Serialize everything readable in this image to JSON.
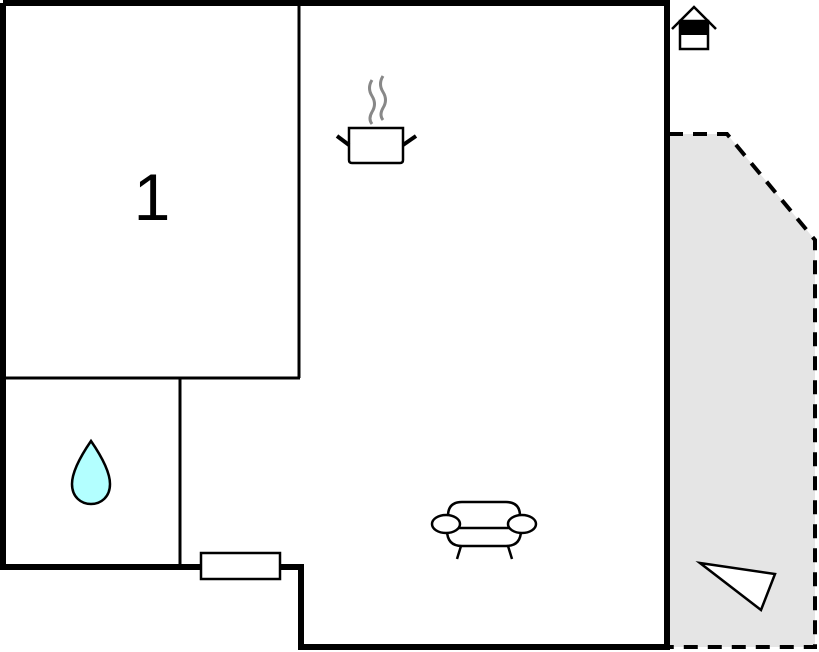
{
  "diagram": {
    "type": "floor-plan",
    "colors": {
      "wall": "#000000",
      "background": "#ffffff",
      "terrace_fill": "#e5e5e5",
      "water_fill": "#b3ffff",
      "steam": "#888888"
    },
    "rooms": [
      {
        "id": "bedroom-1",
        "label": "1",
        "kind": "bedroom"
      },
      {
        "id": "bathroom",
        "label": "",
        "kind": "bathroom",
        "icon": "water-drop-icon"
      },
      {
        "id": "living-kitchen",
        "label": "",
        "kind": "living-kitchen",
        "icons": [
          "cooking-pot-icon",
          "sofa-icon"
        ]
      },
      {
        "id": "terrace",
        "label": "",
        "kind": "terrace",
        "icon": "compass-north-arrow-icon"
      }
    ],
    "symbols": {
      "entrance": "house-entrance-icon",
      "window": "window"
    }
  }
}
